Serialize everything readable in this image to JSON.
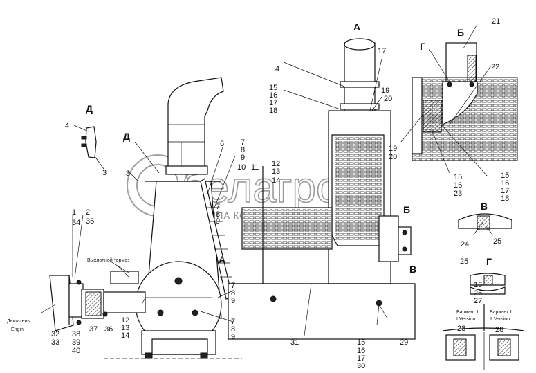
{
  "views": {
    "A": "А",
    "B": "Б",
    "V": "В",
    "G": "Г",
    "D": "Д"
  },
  "watermark": {
    "logo": "белагро",
    "subtitle": "ГРУППА КОМПАНИЙ"
  },
  "captions": {
    "exhaust_brake": "Выхлопной тормоз",
    "engine_ru": "Двигатель",
    "engine_en": "Engin",
    "variant1_ru": "Вариант I",
    "variant1_en": "I Version",
    "variant2_ru": "Вариант II",
    "variant2_en": "II Version"
  },
  "labels": {
    "n1": "1",
    "n2": "2",
    "n3a": "3",
    "n3b": "3",
    "n4a": "4",
    "n4b": "4",
    "n6": "6",
    "n7a": "7",
    "n8a": "8",
    "n9a": "9",
    "n7b": "7",
    "n8b": "8",
    "n9b": "9",
    "n7c": "7",
    "n8c": "8",
    "n9c": "9",
    "n7d": "7",
    "n8d": "8",
    "n9d": "9",
    "n10": "10",
    "n11": "11",
    "n12a": "12",
    "n13a": "13",
    "n14a": "14",
    "n12b": "12",
    "n13b": "13",
    "n14b": "14",
    "n15a": "15",
    "n16a": "16",
    "n17a": "17",
    "n18a": "18",
    "n17b": "17",
    "n19a": "19",
    "n20a": "20",
    "n15b": "15",
    "n16b": "16",
    "n17c": "17",
    "n30": "30",
    "n19b": "19",
    "n20b": "20",
    "n15c": "15",
    "n16c": "16",
    "n23": "23",
    "n15d": "15",
    "n16d": "16",
    "n17d": "17",
    "n18b": "18",
    "n21": "21",
    "n22": "22",
    "n24": "24",
    "n25a": "25",
    "n25b": "25",
    "n16e": "16",
    "n26": "26",
    "n27": "27",
    "n28a": "28",
    "n28b": "28",
    "n29": "29",
    "n31": "31",
    "n32": "32",
    "n33": "33",
    "n34": "34",
    "n35": "35",
    "n36": "36",
    "n37": "37",
    "n38": "38",
    "n39": "39",
    "n40": "40"
  }
}
